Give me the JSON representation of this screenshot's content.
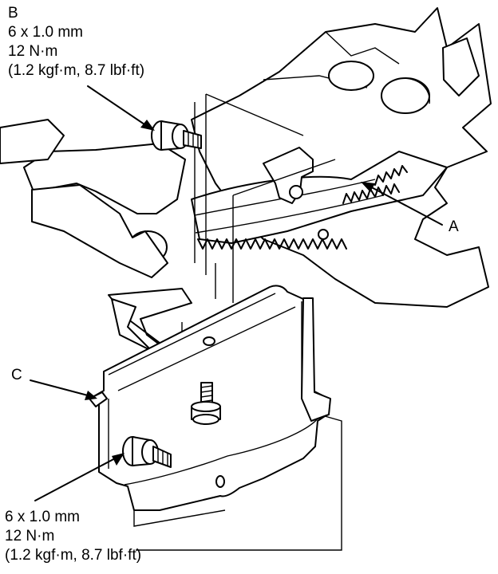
{
  "callouts": {
    "bolt_b": {
      "letter": "B",
      "size": "6 x 1.0 mm",
      "torque": "12 N·m",
      "torque_alt": "(1.2 kgf·m, 8.7 lbf·ft)"
    },
    "bolt_lower": {
      "size": "6 x 1.0 mm",
      "torque": "12 N·m",
      "torque_alt": "(1.2 kgf·m, 8.7 lbf·ft)"
    },
    "ring_gear": {
      "letter": "A"
    },
    "cover": {
      "letter": "C"
    }
  }
}
